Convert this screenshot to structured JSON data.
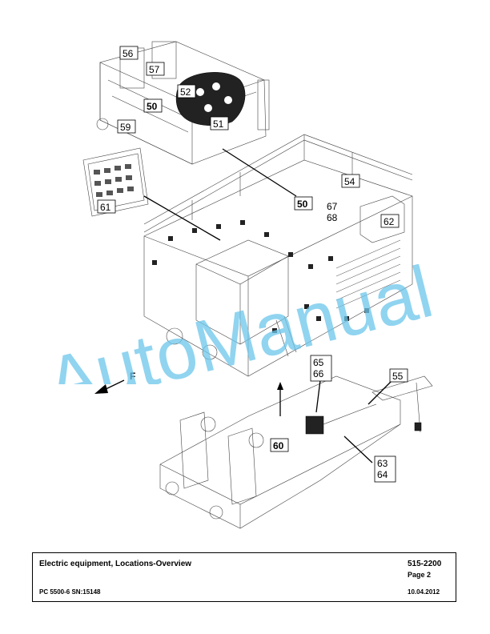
{
  "callouts": {
    "c56": "56",
    "c57": "57",
    "c52": "52",
    "c50a": "50",
    "c51": "51",
    "c59": "59",
    "c50b": "50",
    "c54": "54",
    "c61": "61",
    "c67": "67",
    "c68": "68",
    "c62": "62",
    "c65": "65",
    "c66": "66",
    "c55": "55",
    "c60": "60",
    "c63": "63",
    "c64": "64"
  },
  "direction_label": "F",
  "watermark": "AutoManual",
  "titleblock": {
    "title": "Electric equipment, Locations-Overview",
    "doc_number": "515-2200",
    "page": "Page 2",
    "model": "PC 5500-6 SN:15148",
    "date": "10.04.2012"
  }
}
